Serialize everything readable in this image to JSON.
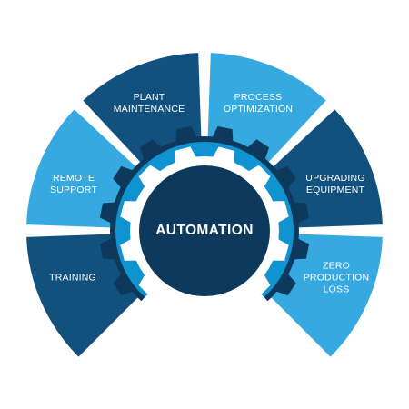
{
  "center": {
    "title": "AUTOMATION"
  },
  "segments": [
    {
      "id": "training",
      "lines": [
        "TRAINING"
      ],
      "color": "#12517e"
    },
    {
      "id": "remote-support",
      "lines": [
        "REMOTE",
        "SUPPORT"
      ],
      "color": "#36a9e1"
    },
    {
      "id": "plant-maintenance",
      "lines": [
        "PLANT",
        "MAINTENANCE"
      ],
      "color": "#12517e"
    },
    {
      "id": "process-optimization",
      "lines": [
        "PROCESS",
        "OPTIMIZATION"
      ],
      "color": "#36a9e1"
    },
    {
      "id": "upgrading-equipment",
      "lines": [
        "UPGRADING",
        "EQUIPMENT"
      ],
      "color": "#12517e"
    },
    {
      "id": "zero-production-loss",
      "lines": [
        "ZERO",
        "PRODUCTION",
        "LOSS"
      ],
      "color": "#36a9e1"
    }
  ],
  "colors": {
    "dark": "#12517e",
    "light": "#36a9e1",
    "gear_mid": "#0f93d1",
    "gear_dark": "#0d3a5c",
    "hub": "#0d3a5c",
    "background": "#ffffff"
  }
}
